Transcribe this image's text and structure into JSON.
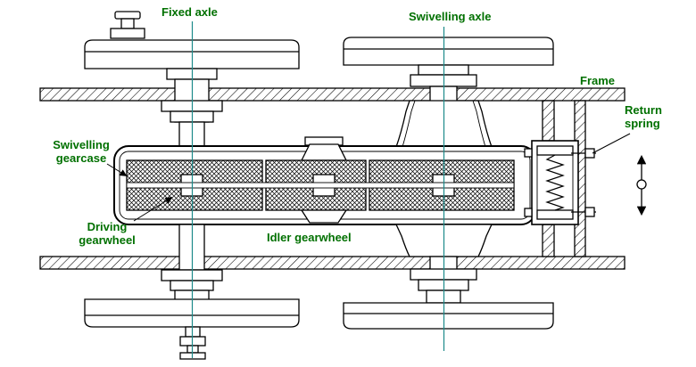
{
  "colors": {
    "background": "#ffffff",
    "line": "#000000",
    "label_green": "#007000",
    "centerline_teal": "#1d8a8a"
  },
  "labels": {
    "fixed_axle": "Fixed axle",
    "swivelling_axle": "Swivelling axle",
    "frame": "Frame",
    "return_spring": "Return\nspring",
    "swivelling_gearcase": "Swivelling\ngearcase",
    "driving_gearwheel": "Driving\ngearwheel",
    "idler_gearwheel": "Idler gearwheel"
  }
}
